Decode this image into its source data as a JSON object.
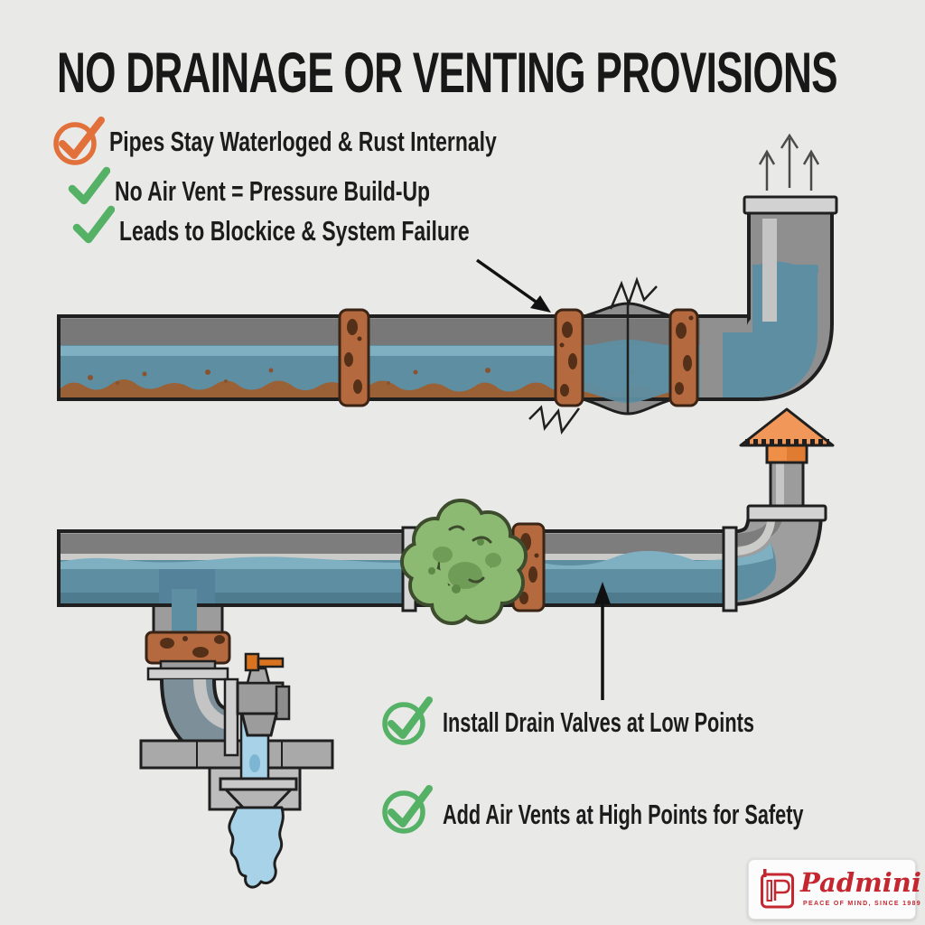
{
  "title": "NO DRAINAGE OR VENTING PROVISIONS",
  "problems": {
    "items": [
      {
        "label": "Pipes Stay Waterloged & Rust Internaly",
        "check_style": "circled",
        "check_color": "#e2703a"
      },
      {
        "label": "No Air Vent = Pressure Build-Up",
        "check_style": "plain",
        "check_color": "#55b165"
      },
      {
        "label": "Leads to Blockice & System Failure",
        "check_style": "plain",
        "check_color": "#55b165"
      }
    ]
  },
  "solutions": {
    "items": [
      {
        "label": "Install Drain Valves at Low Points",
        "check_style": "circled",
        "check_color": "#55b165"
      },
      {
        "label": "Add Air Vents at High Points for Safety",
        "check_style": "circled",
        "check_color": "#55b165"
      }
    ]
  },
  "logo": {
    "brand": "Padmini",
    "tagline": "PEACE OF MIND, SINCE 1989"
  },
  "icons": {
    "problem_1": "circled-check-icon",
    "problem_2": "check-icon",
    "problem_3": "check-icon",
    "solution_1": "circled-check-icon",
    "solution_2": "circled-check-icon",
    "vent_airflow": "up-arrows-icon",
    "logo_mark": "padmini-p-icon"
  },
  "colors": {
    "background": "#e9e9e8",
    "text": "#1c1c1c",
    "accent_orange_check": "#e2703a",
    "accent_green_check": "#55b165",
    "pipe_gray": "#979797",
    "pipe_outline": "#1f1f1f",
    "water_blue": "#5d8ea2",
    "water_light": "#7fb0c2",
    "sediment_brown": "#9a6137",
    "rust": "#b5693f",
    "moss_green": "#8cba73",
    "vent_cap_orange": "#f2975a",
    "valve_handle_orange": "#d9731f",
    "drain_water": "#a7d2e8",
    "logo_red": "#c4272f"
  }
}
